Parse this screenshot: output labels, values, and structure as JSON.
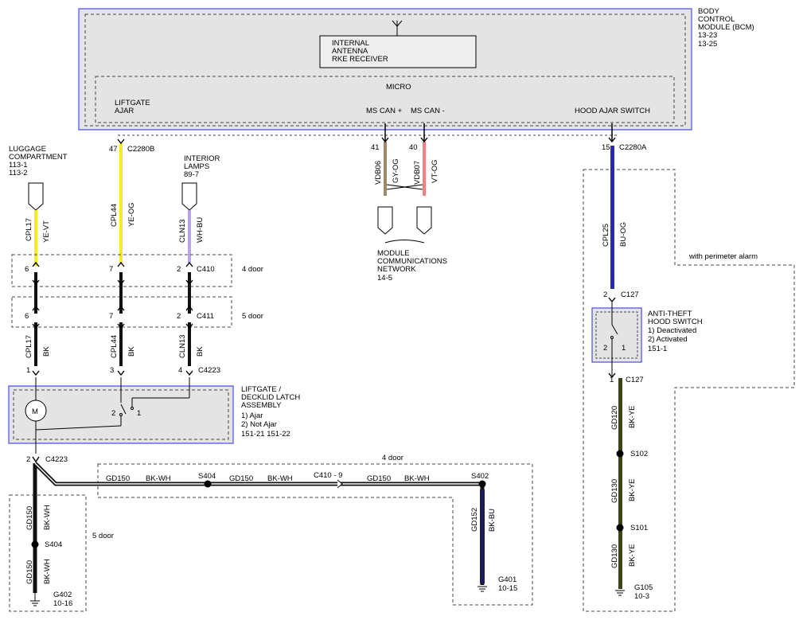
{
  "bcm": {
    "title": [
      "BODY",
      "CONTROL",
      "MODULE (BCM)",
      "13-23",
      "13-25"
    ],
    "rke": [
      "INTERNAL",
      "ANTENNA",
      "RKE RECEIVER"
    ],
    "micro": "MICRO",
    "liftgate_ajar": [
      "LIFTGATE",
      "AJAR"
    ],
    "ms_can_plus": "MS CAN +",
    "ms_can_minus": "MS CAN -",
    "hood_ajar_switch": "HOOD AJAR SWITCH"
  },
  "connectors": {
    "c2280b": "C2280B",
    "c2280a": "C2280A",
    "c410": "C410",
    "c411": "C411",
    "c4223_top": "C4223",
    "c4223_bottom": "C4223",
    "c127_top": "C127",
    "c127_bottom": "C127",
    "c410_9": "C410  -  9"
  },
  "pins": {
    "p47": "47",
    "p41": "41",
    "p40": "40",
    "p15": "15",
    "c410": [
      "6",
      "7",
      "2"
    ],
    "c411": [
      "6",
      "7",
      "2"
    ],
    "c4223": [
      "1",
      "3",
      "4"
    ],
    "c4223_bottom": "2",
    "c127_top": "2",
    "c127_bottom": "1"
  },
  "circuits": {
    "cpl17": "CPL17",
    "ye_vt": "YE-VT",
    "cpl44": "CPL44",
    "ye_og": "YE-OG",
    "cln13": "CLN13",
    "wh_bu": "WH-BU",
    "bk": "BK",
    "vdb06": "VDB06",
    "gy_og": "GY-OG",
    "vdb07": "VDB07",
    "vt_og": "VT-OG",
    "cpl25": "CPL25",
    "bu_og": "BU-OG",
    "gd120": "GD120",
    "bk_ye": "BK-YE",
    "gd130": "GD130",
    "gd150": "GD150",
    "bk_wh": "BK-WH",
    "gd152": "GD152",
    "bk_bu": "BK-BU"
  },
  "labels": {
    "luggage": [
      "LUGGAGE",
      "COMPARTMENT",
      "113-1",
      "113-2"
    ],
    "interior": [
      "INTERIOR",
      "LAMPS",
      "89-7"
    ],
    "module_comm": [
      "MODULE",
      "COMMUNICATIONS",
      "NETWORK",
      "14-5"
    ],
    "four_door": "4 door",
    "five_door": "5 door",
    "with_perimeter": "with perimeter alarm",
    "antitheft": [
      "ANTI-THEFT",
      "HOOD SWITCH",
      "1) Deactivated",
      "2) Activated",
      "151-1"
    ],
    "liftgate_latch": [
      "LIFTGATE /",
      "DECKLID LATCH",
      "ASSEMBLY",
      "1) Ajar",
      "2) Not Ajar",
      "151-21    151-22"
    ],
    "motor": "M",
    "switch_pos_2": "2",
    "switch_pos_1": "1"
  },
  "splices": {
    "s404": "S404",
    "s402": "S402",
    "s102": "S102",
    "s101": "S101"
  },
  "grounds": {
    "g401": [
      "G401",
      "10-15"
    ],
    "g402": [
      "G402",
      "10-16"
    ],
    "g105": [
      "G105",
      "10-3"
    ]
  },
  "wire_colors": {
    "yellow": "#f2ea2a",
    "violet_white": "#b8a4e8",
    "gray": "#9c8a6a",
    "pink": "#f08080",
    "blue": "#2a2aa8",
    "dark_green": "#3c4418",
    "bcm_border": "#3a3ae0"
  }
}
